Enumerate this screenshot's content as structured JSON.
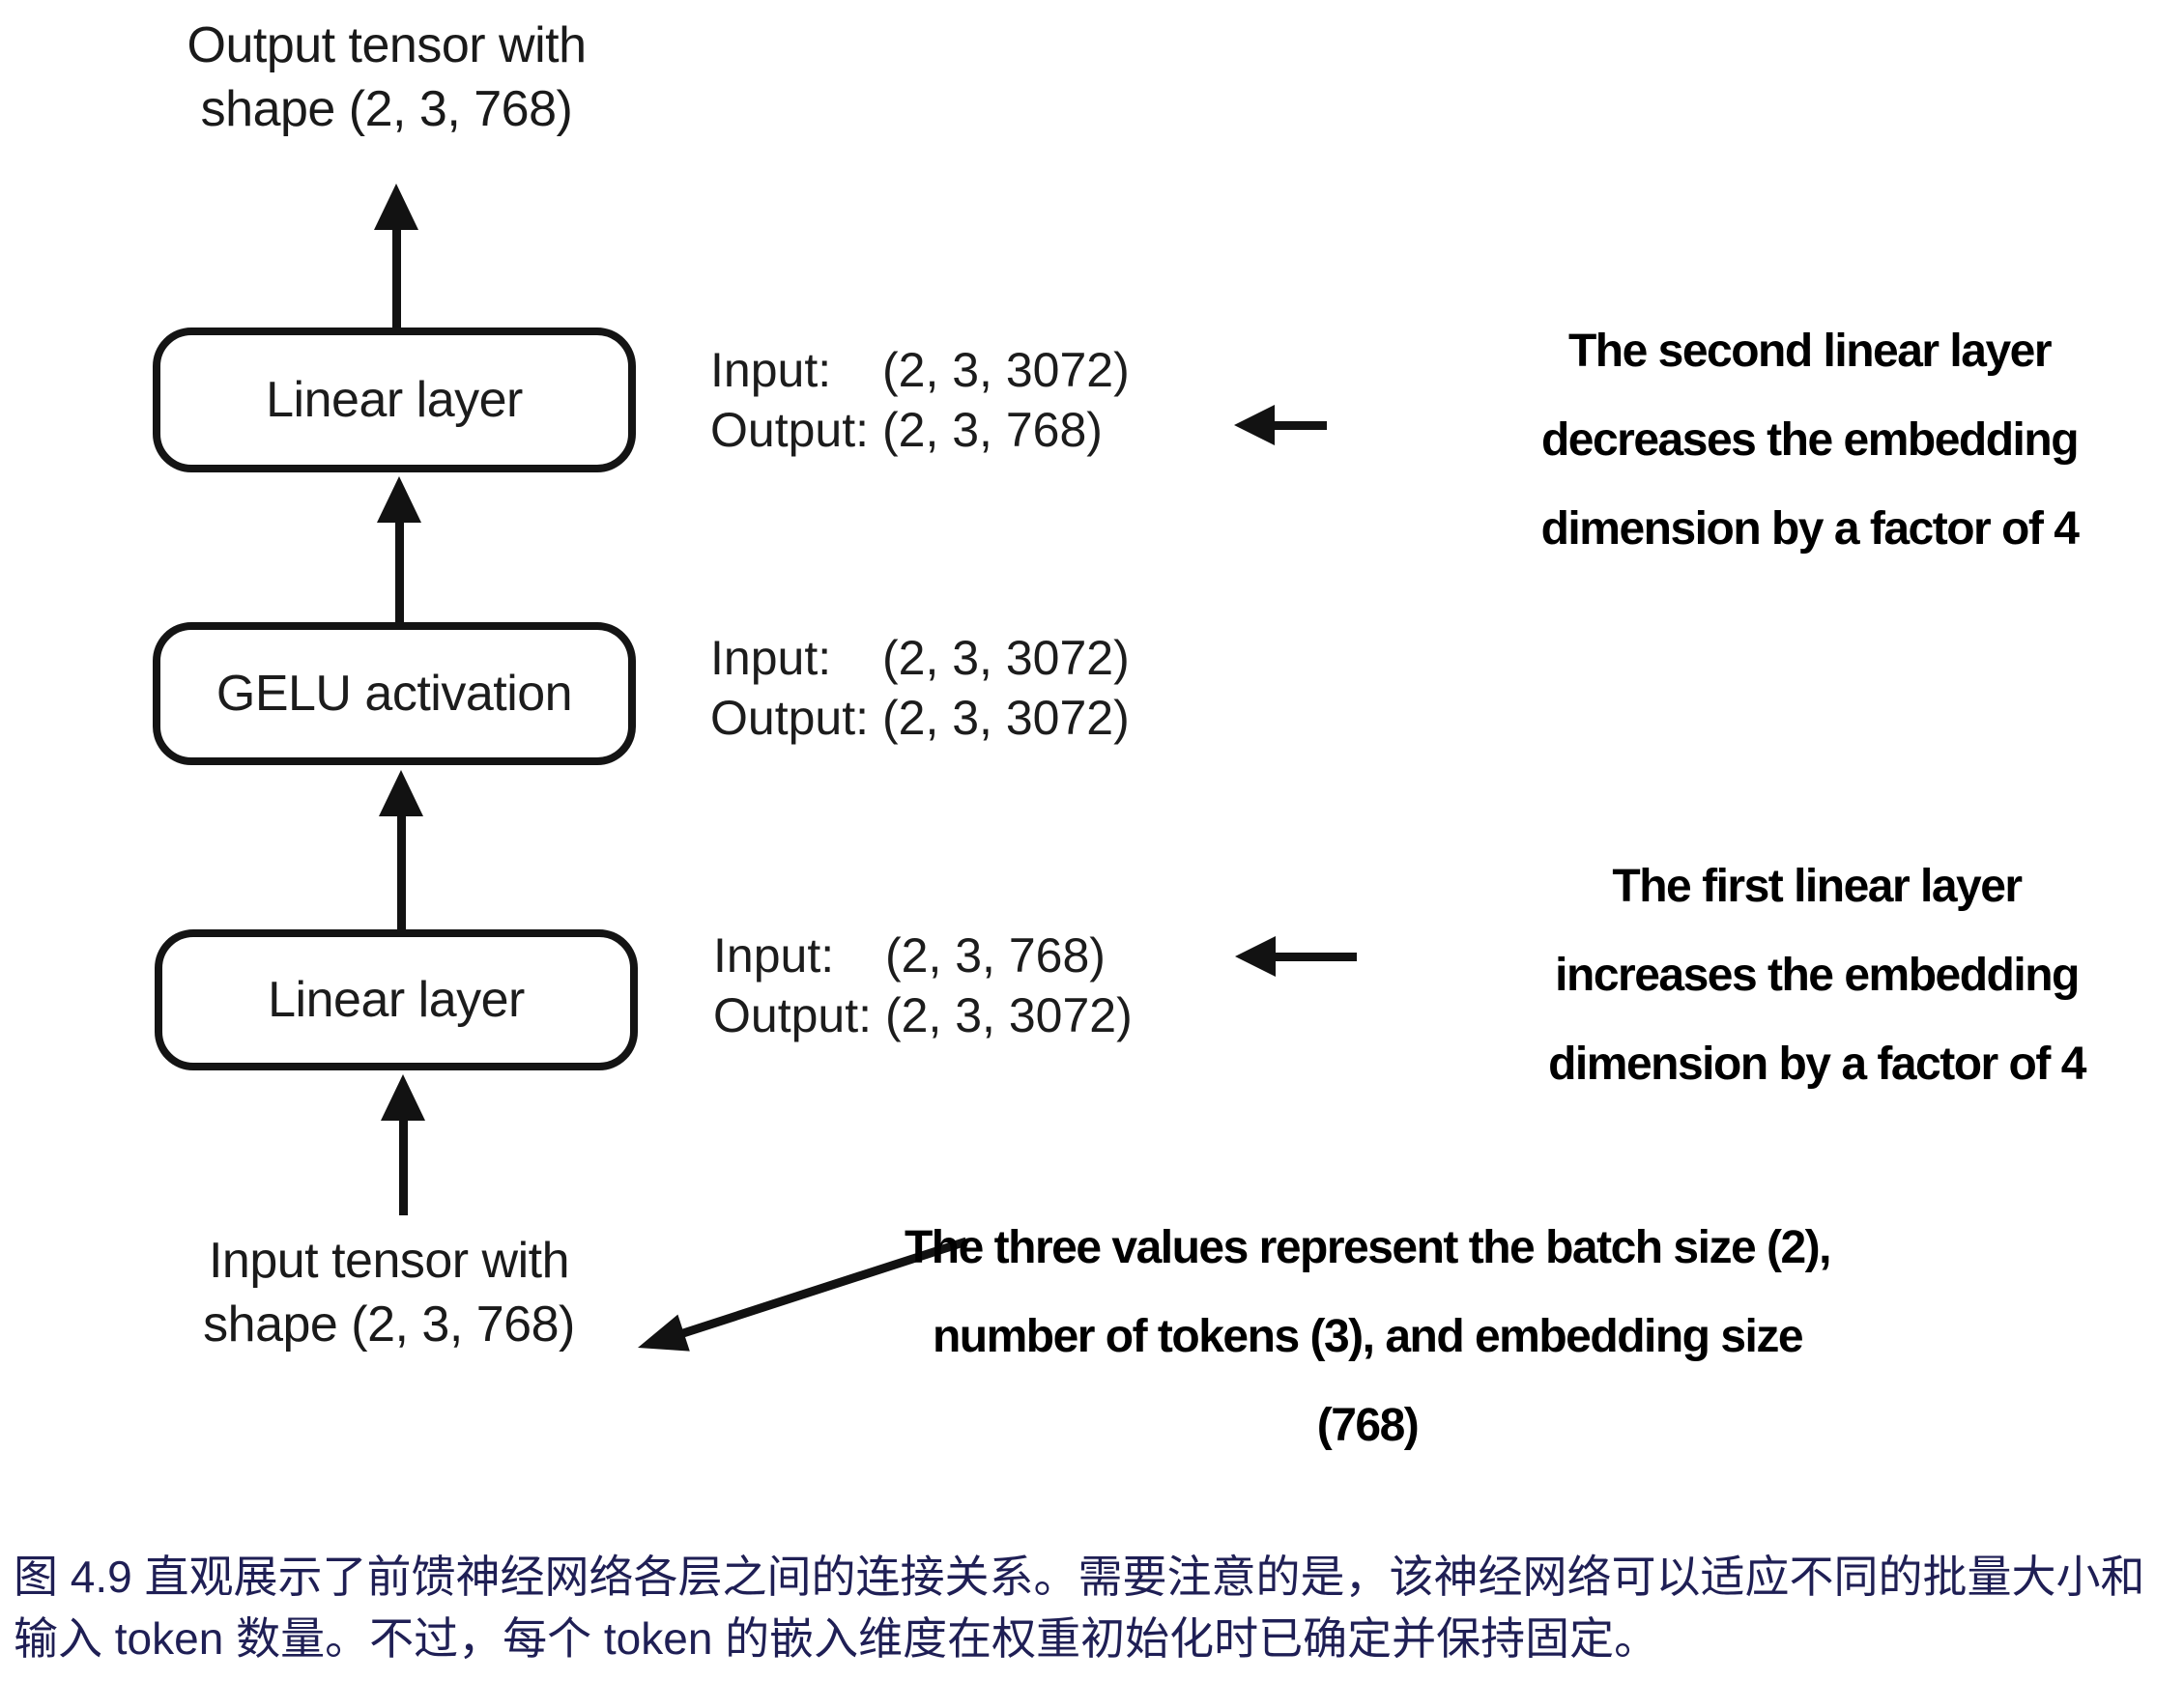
{
  "figure": {
    "output_tensor_label": "Output tensor with\nshape (2, 3, 768)",
    "input_tensor_label": "Input tensor with\nshape (2, 3, 768)",
    "nodes": [
      {
        "label": "Linear layer",
        "io": {
          "input_label": "Input:",
          "input_value": "(2, 3, 3072)",
          "output_label": "Output:",
          "output_value": "(2, 3, 768)"
        }
      },
      {
        "label": "GELU activation",
        "io": {
          "input_label": "Input:",
          "input_value": "(2, 3, 3072)",
          "output_label": "Output:",
          "output_value": "(2, 3, 3072)"
        }
      },
      {
        "label": "Linear layer",
        "io": {
          "input_label": "Input:",
          "input_value": "(2, 3, 768)",
          "output_label": "Output:",
          "output_value": "(2, 3, 3072)"
        }
      }
    ],
    "annotations": {
      "second_linear": "The second linear layer\ndecreases the embedding\ndimension by a factor of 4",
      "first_linear": "The first linear layer\nincreases the embedding\ndimension by a factor of 4",
      "three_values": "The three values represent the batch size (2),\nnumber of tokens (3), and embedding size\n(768)"
    },
    "colors": {
      "line": "#121212",
      "caption_text": "#1f1f55"
    }
  },
  "caption": {
    "text": "图 4.9 直观展示了前馈神经网络各层之间的连接关系。需要注意的是，该神经网络可以适应不同的批量大小和\n输入 token 数量。不过，每个 token 的嵌入维度在权重初始化时已确定并保持固定。"
  }
}
